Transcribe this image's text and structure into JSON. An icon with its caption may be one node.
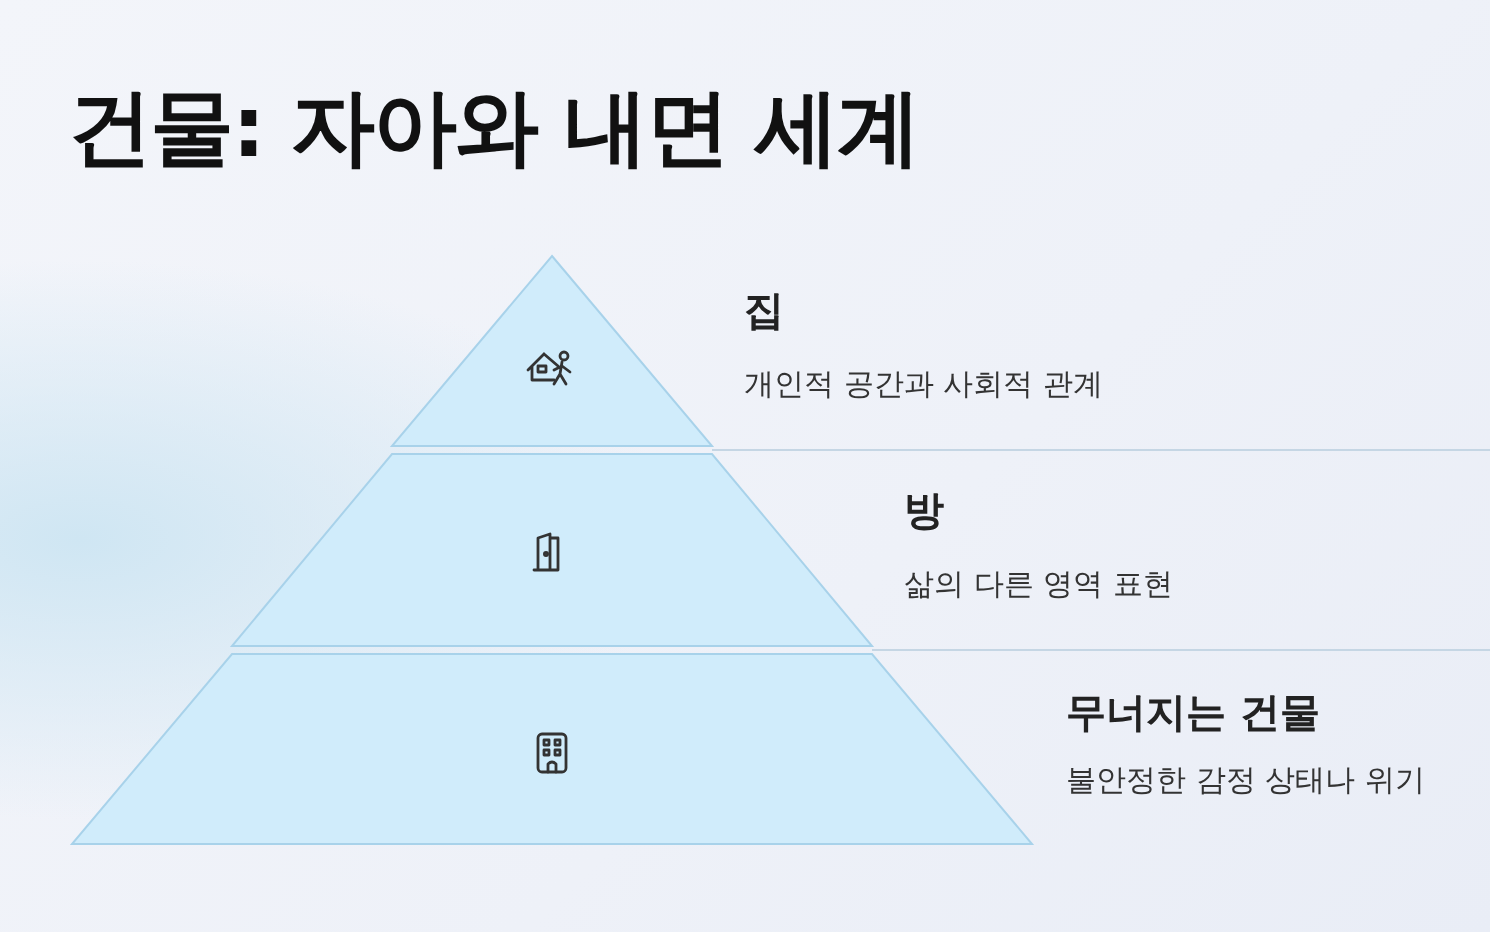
{
  "diagram": {
    "title": "건물: 자아와 내면 세계",
    "nodes": [
      {
        "text": [
          "집",
          "개인적 공간과 사회적 관계"
        ]
      },
      {
        "text": [
          "방",
          "삶의 다른 영역 표현"
        ]
      },
      {
        "text": [
          "무너지는 건물",
          "불안정한 감정 상태나 위기"
        ]
      }
    ],
    "edges": []
  }
}
